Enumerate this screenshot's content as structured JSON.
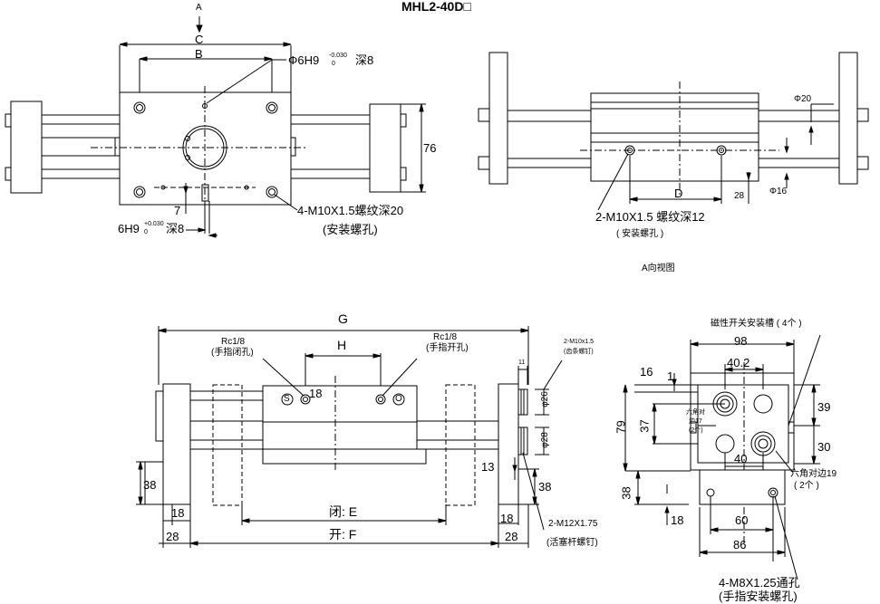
{
  "title": "MHL2-40D□",
  "views": {
    "front": {
      "label_a": "A",
      "dim_c": "C",
      "dim_b": "B",
      "dim_76": "76",
      "dim_7": "7",
      "hole_phi6h9": "Φ6H9",
      "hole_phi6h9_tol_top": "-0.030",
      "hole_phi6h9_tol_bot": "0",
      "hole_phi6h9_depth": "深8",
      "hole_6h9": "6H9",
      "hole_6h9_tol_top": "+0.030",
      "hole_6h9_tol_bot": "0",
      "hole_6h9_depth": "深8",
      "mount_thread": "4-M10X1.5螺纹深20",
      "mount_note": "(安装螺孔)"
    },
    "a_view": {
      "dim_phi20": "Φ20",
      "dim_phi16": "Φ16",
      "dim_d": "D",
      "dim_28": "28",
      "thread": "2-M10X1.5 螺纹深12",
      "thread_note": "( 安装螺孔 )",
      "caption": "A向视图"
    },
    "bottom": {
      "dim_g": "G",
      "dim_h": "H",
      "rc_close": "Rc1/8",
      "rc_close_note": "(手指闭孔)",
      "rc_open": "Rc1/8",
      "rc_open_note": "(手指开孔)",
      "port_s": "S",
      "port_o": "O",
      "dim_18": "18",
      "rack_thread": "2-M10x1.5",
      "rack_note": "(齿条螺钉)",
      "dim_11": "11",
      "dim_phi26": "φ26",
      "dim_phi28": "φ28",
      "dim_13": "13",
      "dim_38_left": "38",
      "dim_38_right": "38",
      "dim_18_left": "18",
      "dim_28_left": "28",
      "dim_close_e": "闭: E",
      "dim_open_f": "开: F",
      "dim_18_right": "18",
      "dim_28_right": "28",
      "piston_thread": "2-M12X1.75",
      "piston_note": "(活塞杆螺钉)"
    },
    "side": {
      "slot_note": "磁性开关安装槽 ( 4个 )",
      "dim_98": "98",
      "dim_40_2": "40.2",
      "dim_16": "16",
      "dim_1": "1",
      "dim_79": "79",
      "dim_37": "37",
      "hex_note1": "六角对",
      "hex_note2": "边17",
      "hex_note3": "(2个)",
      "dim_39": "39",
      "dim_30": "30",
      "dim_40": "40",
      "hex19": "六角对边19",
      "hex19_note": "( 2个 )",
      "dim_38": "38",
      "dim_18": "18",
      "dim_60": "60",
      "dim_86": "86",
      "holes": "4-M8X1.25通孔",
      "holes_note": "(手指安装螺孔)"
    }
  }
}
